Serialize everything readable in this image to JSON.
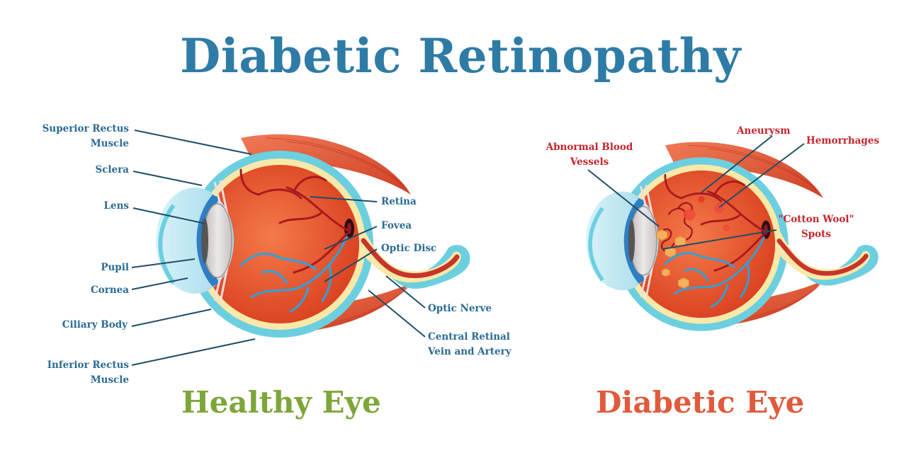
{
  "title": "Diabetic Retinopathy",
  "subtitles": {
    "healthy": "Healthy Eye",
    "diabetic": "Diabetic Eye"
  },
  "healthy_labels": {
    "superior_rectus": [
      "Superior Rectus",
      "Muscle"
    ],
    "sclera": "Sclera",
    "lens": "Lens",
    "pupil": "Pupil",
    "cornea": "Cornea",
    "ciliary_body": "Ciliary Body",
    "inferior_rectus": [
      "Inferior Rectus",
      "Muscle"
    ],
    "retina": "Retina",
    "fovea": "Fovea",
    "optic_disc": "Optic Disc",
    "optic_nerve": "Optic Nerve",
    "central_vessels": [
      "Central Retinal",
      "Vein and Artery"
    ]
  },
  "diabetic_labels": {
    "abnormal_vessels": [
      "Abnormal Blood",
      "Vessels"
    ],
    "aneurysm": "Aneurysm",
    "hemorrhages": "Hemorrhages",
    "cotton_wool": [
      "\"Cotton Wool\"",
      "Spots"
    ]
  },
  "colors": {
    "title": "#2e7ca6",
    "healthy_subtitle": "#7da63a",
    "diabetic_subtitle": "#e05a3c",
    "healthy_label": "#2b6b94",
    "diabetic_label": "#c5262c",
    "muscle": "#e2563a",
    "sclera_outer": "#6ccfe0",
    "retina_layer": "#f9e9a8",
    "eye_interior": "#e8502c",
    "cornea": "#2f7ec2",
    "lens": "#d9d4d4",
    "vessel_red": "#a8191f",
    "vessel_blue": "#2aa3e0",
    "leader_line": "#1f4e66"
  }
}
